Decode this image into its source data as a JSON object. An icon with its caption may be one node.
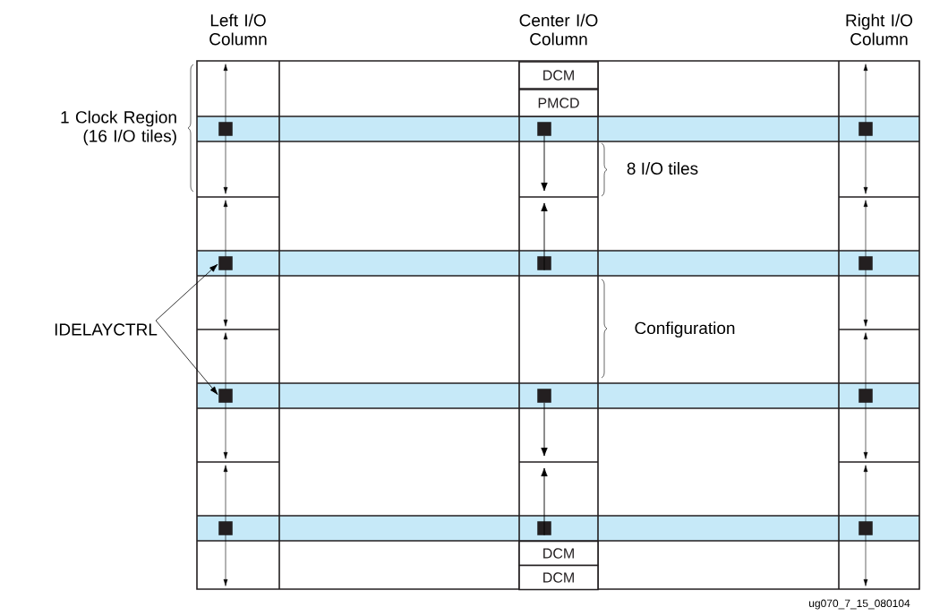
{
  "diagram": {
    "nodes": [
      {
        "text": [
          "DCM"
        ]
      },
      {
        "text": [
          "PMCD"
        ]
      },
      {
        "text": [],
        "shape": "box"
      },
      {
        "text": [],
        "shape": "box"
      },
      {
        "text": [],
        "shape": "box"
      },
      {
        "text": [],
        "shape": "box"
      },
      {
        "text": [],
        "shape": "box"
      },
      {
        "text": [],
        "shape": "box"
      },
      {
        "text": [
          "IDELAYCTRL"
        ]
      },
      {
        "text": [],
        "shape": "box"
      },
      {
        "text": [],
        "shape": "box"
      },
      {
        "text": [],
        "shape": "box"
      },
      {
        "text": [],
        "shape": "box"
      },
      {
        "text": [],
        "shape": "box"
      },
      {
        "text": [],
        "shape": "box"
      },
      {
        "text": [
          "DCM"
        ]
      },
      {
        "text": [
          "DCM"
        ]
      }
    ],
    "edges": [
      {
        "from": 8,
        "to": 5,
        "arrow": "to"
      },
      {
        "from": 8,
        "to": 9,
        "arrow": "to"
      },
      {
        "from": 3,
        "to": null,
        "arrow": "to"
      },
      {
        "from": 6,
        "to": null,
        "arrow": "to"
      },
      {
        "from": 10,
        "to": null,
        "arrow": "to"
      },
      {
        "from": 13,
        "to": null,
        "arrow": "to"
      }
    ],
    "labels": [
      "Left I/O Column",
      "Center I/O Column",
      "Right I/O Column",
      "1 Clock Region (16 I/O tiles)",
      "8 I/O tiles",
      "Configuration",
      "ug070_7_15_080104"
    ]
  }
}
